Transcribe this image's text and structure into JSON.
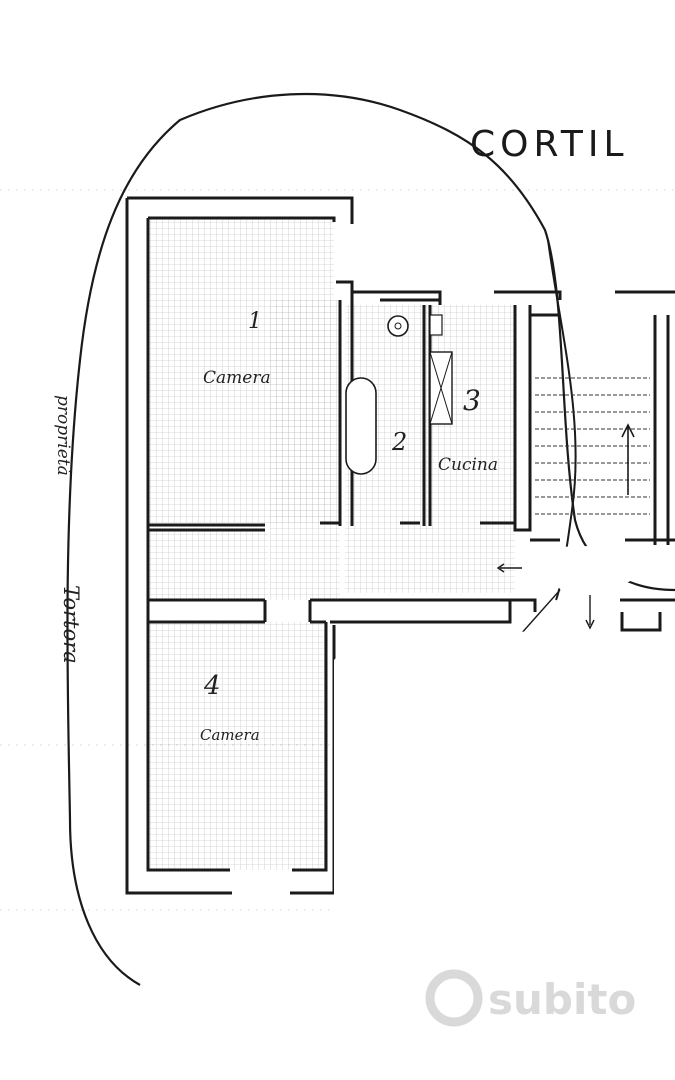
{
  "labels": {
    "courtyard": "CORTIL",
    "room_top": "Camera",
    "room_bottom": "Camera",
    "kitchen": "Cucina",
    "neighbour_1": "proprietà",
    "neighbour_2": "Tortora",
    "num_room_top": "1",
    "num_room_bottom": "4",
    "num_kitchen": "3",
    "num_bath": "2"
  },
  "watermark": {
    "text": "subito",
    "color": "#d9d9d9"
  },
  "colors": {
    "ink": "#1a1a1a",
    "hatch": "#9a9a9a",
    "paper": "#ffffff"
  }
}
